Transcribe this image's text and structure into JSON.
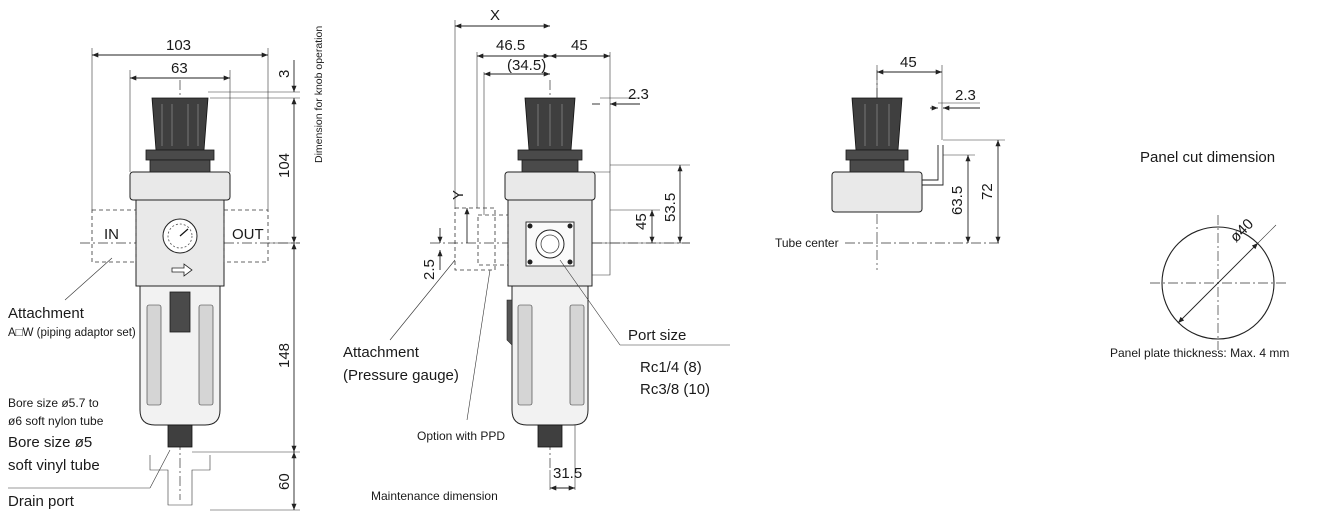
{
  "front_view": {
    "dim_width_total": "103",
    "dim_width_bonnet": "63",
    "dim_knob_gap": "3",
    "dim_knob_note": "Dimension for knob operation",
    "dim_upper_height": "104",
    "dim_lower_height": "148",
    "dim_drain_clearance": "60",
    "in_label": "IN",
    "out_label": "OUT",
    "attachment_title": "Attachment",
    "attachment_note": "A□W (piping adaptor set)",
    "bore_note_1": "Bore size ø5.7 to",
    "bore_note_2": "ø6 soft nylon tube",
    "bore_note_3": "Bore size ø5",
    "bore_note_4": "soft vinyl tube",
    "drain_port": "Drain port"
  },
  "side_view": {
    "dim_x": "X",
    "dim_465": "46.5",
    "dim_45_top": "45",
    "dim_345": "(34.5)",
    "dim_23": "2.3",
    "dim_y": "Y",
    "dim_25": "2.5",
    "dim_45_side": "45",
    "dim_535": "53.5",
    "dim_315": "31.5",
    "attachment_title": "Attachment",
    "attachment_sub": "(Pressure gauge)",
    "option_ppd": "Option with PPD",
    "maintenance": "Maintenance dimension",
    "port_size_title": "Port size",
    "port_size_1": "Rc1/4 (8)",
    "port_size_2": "Rc3/8 (10)"
  },
  "panel_view": {
    "dim_45": "45",
    "dim_23": "2.3",
    "dim_635": "63.5",
    "dim_72": "72",
    "tube_center": "Tube center"
  },
  "panel_cut": {
    "title": "Panel cut dimension",
    "dia": "ø40",
    "thickness": "Panel plate thickness: Max. 4 mm"
  }
}
